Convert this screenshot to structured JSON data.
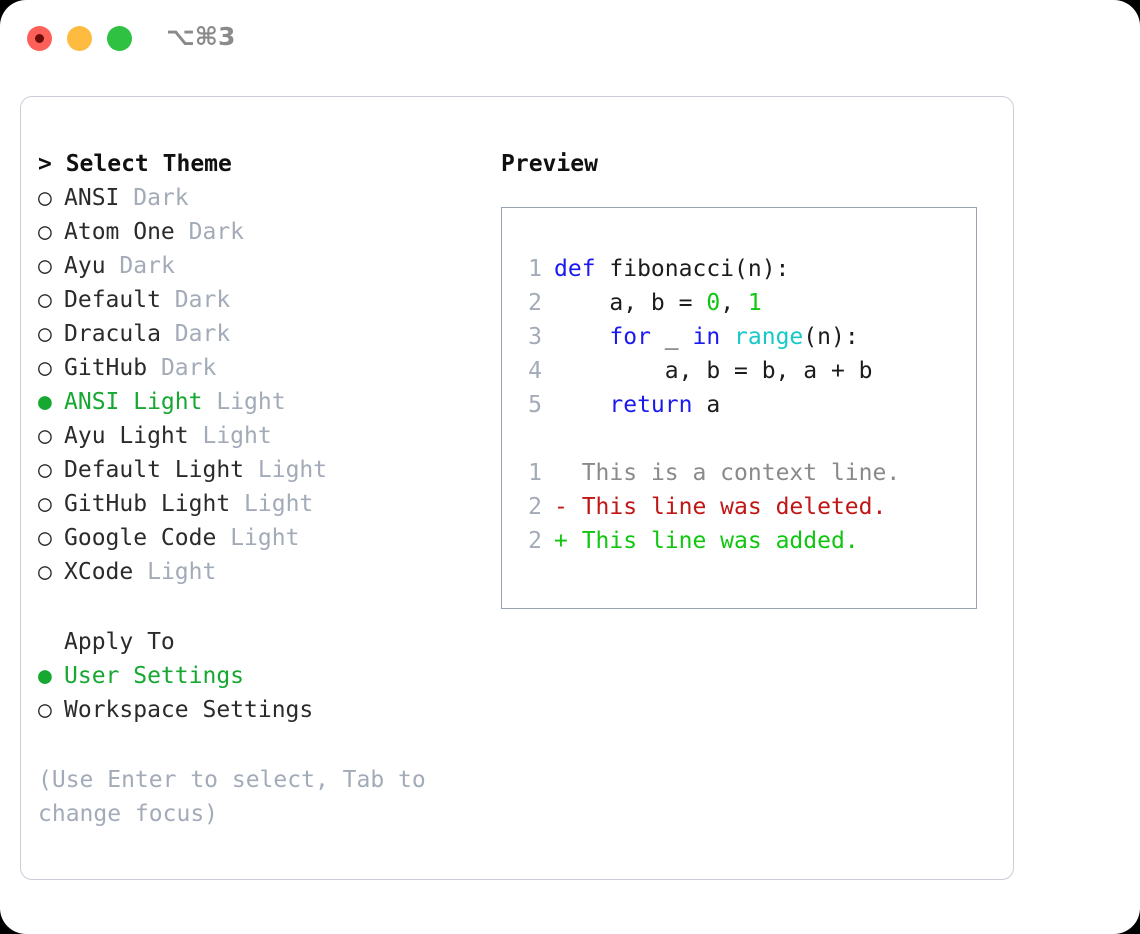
{
  "titlebar": {
    "title": "⌥⌘3",
    "buttons": [
      {
        "name": "close",
        "color": "#fc6058"
      },
      {
        "name": "minimize",
        "color": "#fdbc40"
      },
      {
        "name": "maximize",
        "color": "#2fc142"
      }
    ]
  },
  "theme_panel": {
    "header": "> Select Theme",
    "bullet_unselected": "○",
    "bullet_selected": "●",
    "items": [
      {
        "name": "ANSI",
        "kind": "Dark",
        "selected": false
      },
      {
        "name": "Atom One",
        "kind": "Dark",
        "selected": false
      },
      {
        "name": "Ayu",
        "kind": "Dark",
        "selected": false
      },
      {
        "name": "Default",
        "kind": "Dark",
        "selected": false
      },
      {
        "name": "Dracula",
        "kind": "Dark",
        "selected": false
      },
      {
        "name": "GitHub",
        "kind": "Dark",
        "selected": false
      },
      {
        "name": "ANSI Light",
        "kind": "Light",
        "selected": true
      },
      {
        "name": "Ayu Light",
        "kind": "Light",
        "selected": false
      },
      {
        "name": "Default Light",
        "kind": "Light",
        "selected": false
      },
      {
        "name": "GitHub Light",
        "kind": "Light",
        "selected": false
      },
      {
        "name": "Google Code",
        "kind": "Light",
        "selected": false
      },
      {
        "name": "XCode",
        "kind": "Light",
        "selected": false
      }
    ]
  },
  "apply_to": {
    "header": "Apply To",
    "options": [
      {
        "label": "User Settings",
        "selected": true
      },
      {
        "label": "Workspace Settings",
        "selected": false
      }
    ]
  },
  "hint": "(Use Enter to select, Tab to change focus)",
  "preview": {
    "header": "Preview",
    "code_lines": [
      {
        "lineno": "1",
        "tokens": [
          {
            "text": "def ",
            "kind": "kw"
          },
          {
            "text": "fibonacci(n):",
            "kind": "txt"
          }
        ]
      },
      {
        "lineno": "2",
        "tokens": [
          {
            "text": "    a, b = ",
            "kind": "txt"
          },
          {
            "text": "0",
            "kind": "num"
          },
          {
            "text": ", ",
            "kind": "txt"
          },
          {
            "text": "1",
            "kind": "num"
          }
        ]
      },
      {
        "lineno": "3",
        "tokens": [
          {
            "text": "    ",
            "kind": "txt"
          },
          {
            "text": "for",
            "kind": "kw"
          },
          {
            "text": " _ ",
            "kind": "txt"
          },
          {
            "text": "in",
            "kind": "kw"
          },
          {
            "text": " ",
            "kind": "txt"
          },
          {
            "text": "range",
            "kind": "fn"
          },
          {
            "text": "(n):",
            "kind": "txt"
          }
        ]
      },
      {
        "lineno": "4",
        "tokens": [
          {
            "text": "        a, b = b, a + b",
            "kind": "txt"
          }
        ]
      },
      {
        "lineno": "5",
        "tokens": [
          {
            "text": "    ",
            "kind": "txt"
          },
          {
            "text": "return",
            "kind": "kw"
          },
          {
            "text": " a",
            "kind": "txt"
          }
        ]
      }
    ],
    "diff_lines": [
      {
        "lineno": "1",
        "marker": " ",
        "text": " This is a context line.",
        "kind": "ctx"
      },
      {
        "lineno": "2",
        "marker": "-",
        "text": " This line was deleted.",
        "kind": "del"
      },
      {
        "lineno": "2",
        "marker": "+",
        "text": " This line was added.",
        "kind": "add"
      }
    ]
  },
  "colors": {
    "accent_green": "#16a831",
    "muted": "#a3abb8",
    "keyword_blue": "#1a1aee",
    "function_cyan": "#18c8c8",
    "number_green": "#10c610",
    "diff_delete_red": "#c01616",
    "diff_add_green": "#10c610",
    "panel_border": "#c9ced6",
    "preview_border": "#9aa3b0"
  }
}
